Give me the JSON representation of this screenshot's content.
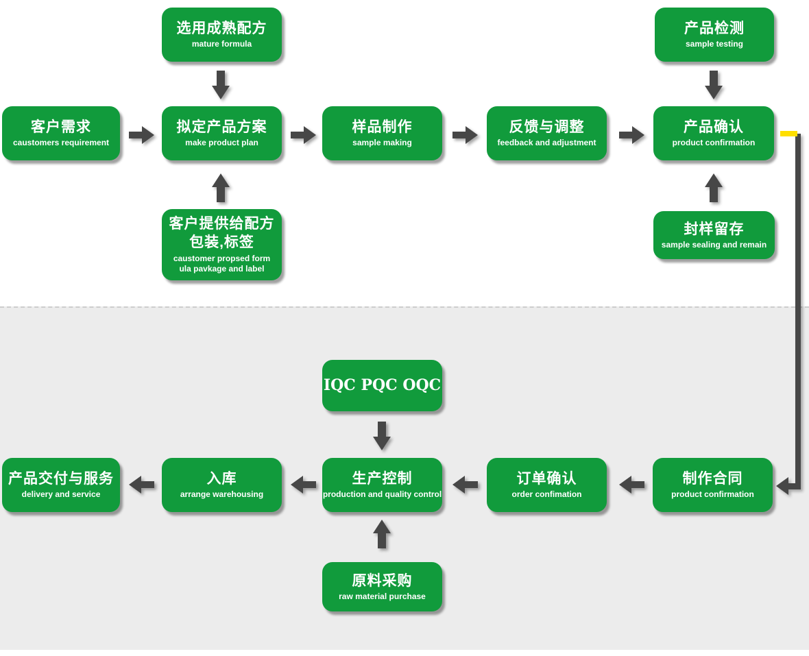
{
  "palette": {
    "box_green": "#119b3c",
    "arrow_dark": "#474747",
    "lower_section_bg": "#ececec",
    "dash_gray": "#cccccc",
    "highlight_yellow": "#ffdf00",
    "text_white": "#ffffff"
  },
  "design_section": {
    "main_flow": [
      {
        "title": "客户需求",
        "subtitle": "caustomers requirement"
      },
      {
        "title": "拟定产品方案",
        "subtitle": "make product plan"
      },
      {
        "title": "样品制作",
        "subtitle": "sample making"
      },
      {
        "title": "反馈与调整",
        "subtitle": "feedback and adjustment"
      },
      {
        "title": "产品确认",
        "subtitle": "product confirmation"
      }
    ],
    "mature_formula": {
      "title": "选用成熟配方",
      "subtitle": "mature formula"
    },
    "customer_formula": {
      "title_line1": "客户提供给配方",
      "title_line2": "包装,标签",
      "subtitle_line1": "caustomer propsed form",
      "subtitle_line2": "ula pavkage and label"
    },
    "sample_testing": {
      "title": "产品检测",
      "subtitle": "sample testing"
    },
    "sample_sealing": {
      "title": "封样留存",
      "subtitle": "sample sealing and remain"
    }
  },
  "production_section": {
    "iqc": {
      "title": "IQC PQC OQC"
    },
    "main_flow": [
      {
        "title": "制作合同",
        "subtitle": "product confirmation"
      },
      {
        "title": "订单确认",
        "subtitle": "order confimation"
      },
      {
        "title": "生产控制",
        "subtitle": "production and quality control"
      },
      {
        "title": "入库",
        "subtitle": "arrange warehousing"
      },
      {
        "title": "产品交付与服务",
        "subtitle": "delivery and service"
      }
    ],
    "raw_material": {
      "title": "原料采购",
      "subtitle": "raw material purchase"
    }
  }
}
